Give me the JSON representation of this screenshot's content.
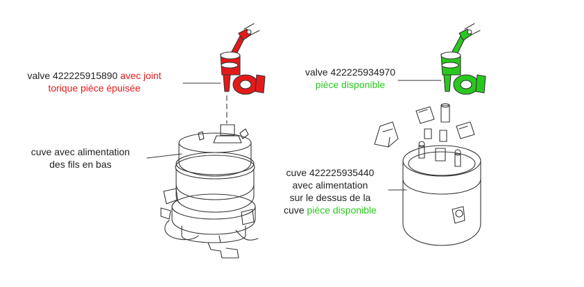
{
  "colors": {
    "red": "#e41a1a",
    "green": "#29c81e",
    "text": "#222222",
    "line": "#333333"
  },
  "labels": {
    "valve_old": {
      "line1_prefix": "valve 422225915890 ",
      "line1_highlight": "avec joint",
      "line2_highlight": "torique pièce épuisée"
    },
    "valve_new": {
      "line1": "valve 422225934970",
      "line2_highlight": "pièce disponible"
    },
    "tank_old": {
      "line1": "cuve avec alimentation",
      "line2": "des fils en bas"
    },
    "tank_new": {
      "line1": "cuve 422225935440",
      "line2": "avec alimentation",
      "line3": "sur le dessus de la",
      "line4_prefix": "cuve ",
      "line4_highlight": "pièce disponible"
    }
  }
}
